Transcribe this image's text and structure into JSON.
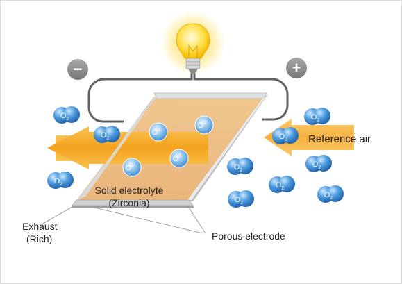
{
  "labels": {
    "reference_air": "Reference air",
    "electrolyte_line1": "Solid electrolyte",
    "electrolyte_line2": "(Zirconia)",
    "exhaust_line1": "Exhaust",
    "exhaust_line2": "(Rich)",
    "porous_electrode": "Porous electrode"
  },
  "terminals": {
    "negative": "−",
    "positive": "+"
  },
  "molecule": {
    "symbol": "O",
    "subscript": "2"
  },
  "ion": {
    "symbol": "O",
    "superscript": "2-"
  },
  "icons": {
    "bulb": "light-bulb-icon",
    "negative": "minus-terminal-icon",
    "positive": "plus-terminal-icon",
    "flow": "flow-arrow-icon"
  },
  "colors": {
    "arrow": "#f5a623",
    "electrolyte": "#f3c98a",
    "electrode": "#d4d4d4",
    "molecule": "#3a8fd6",
    "terminal": "#8c8c8c",
    "bulb": "#ffd23f"
  }
}
